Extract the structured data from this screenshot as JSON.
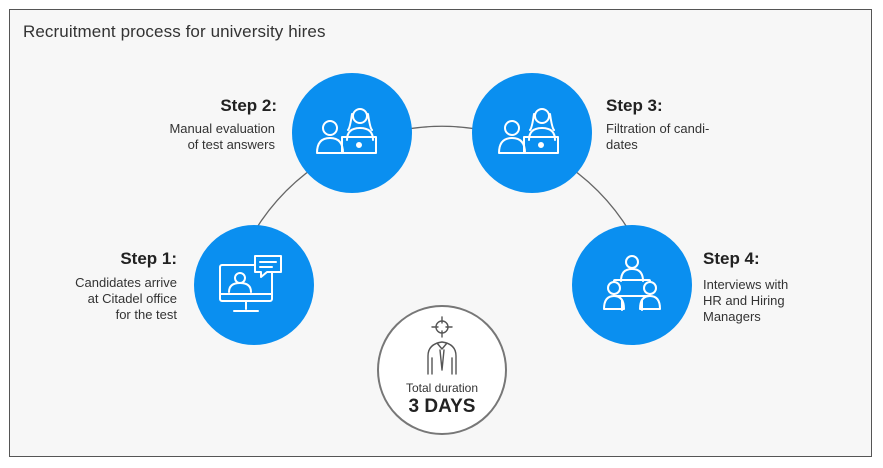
{
  "title": "Recruitment process for university hires",
  "steps": [
    {
      "title": "Step 1:",
      "description": "Candidates arrive\nat Citadel office\nfor the test",
      "icon": "monitor-chat-icon"
    },
    {
      "title": "Step 2:",
      "description": "Manual evaluation\nof test answers",
      "icon": "two-people-desk-icon"
    },
    {
      "title": "Step 3:",
      "description": "Filtration of candi-\ndates",
      "icon": "two-people-desk-icon"
    },
    {
      "title": "Step 4:",
      "description": "Interviews with\nHR and Hiring\nManagers",
      "icon": "meeting-table-icon"
    }
  ],
  "duration": {
    "label": "Total duration",
    "value": "3 DAYS",
    "icon": "target-person-icon"
  },
  "colors": {
    "circle": "#0a8ff0",
    "arc": "#666666",
    "frame": "#555555",
    "background": "#f7f7f7"
  }
}
